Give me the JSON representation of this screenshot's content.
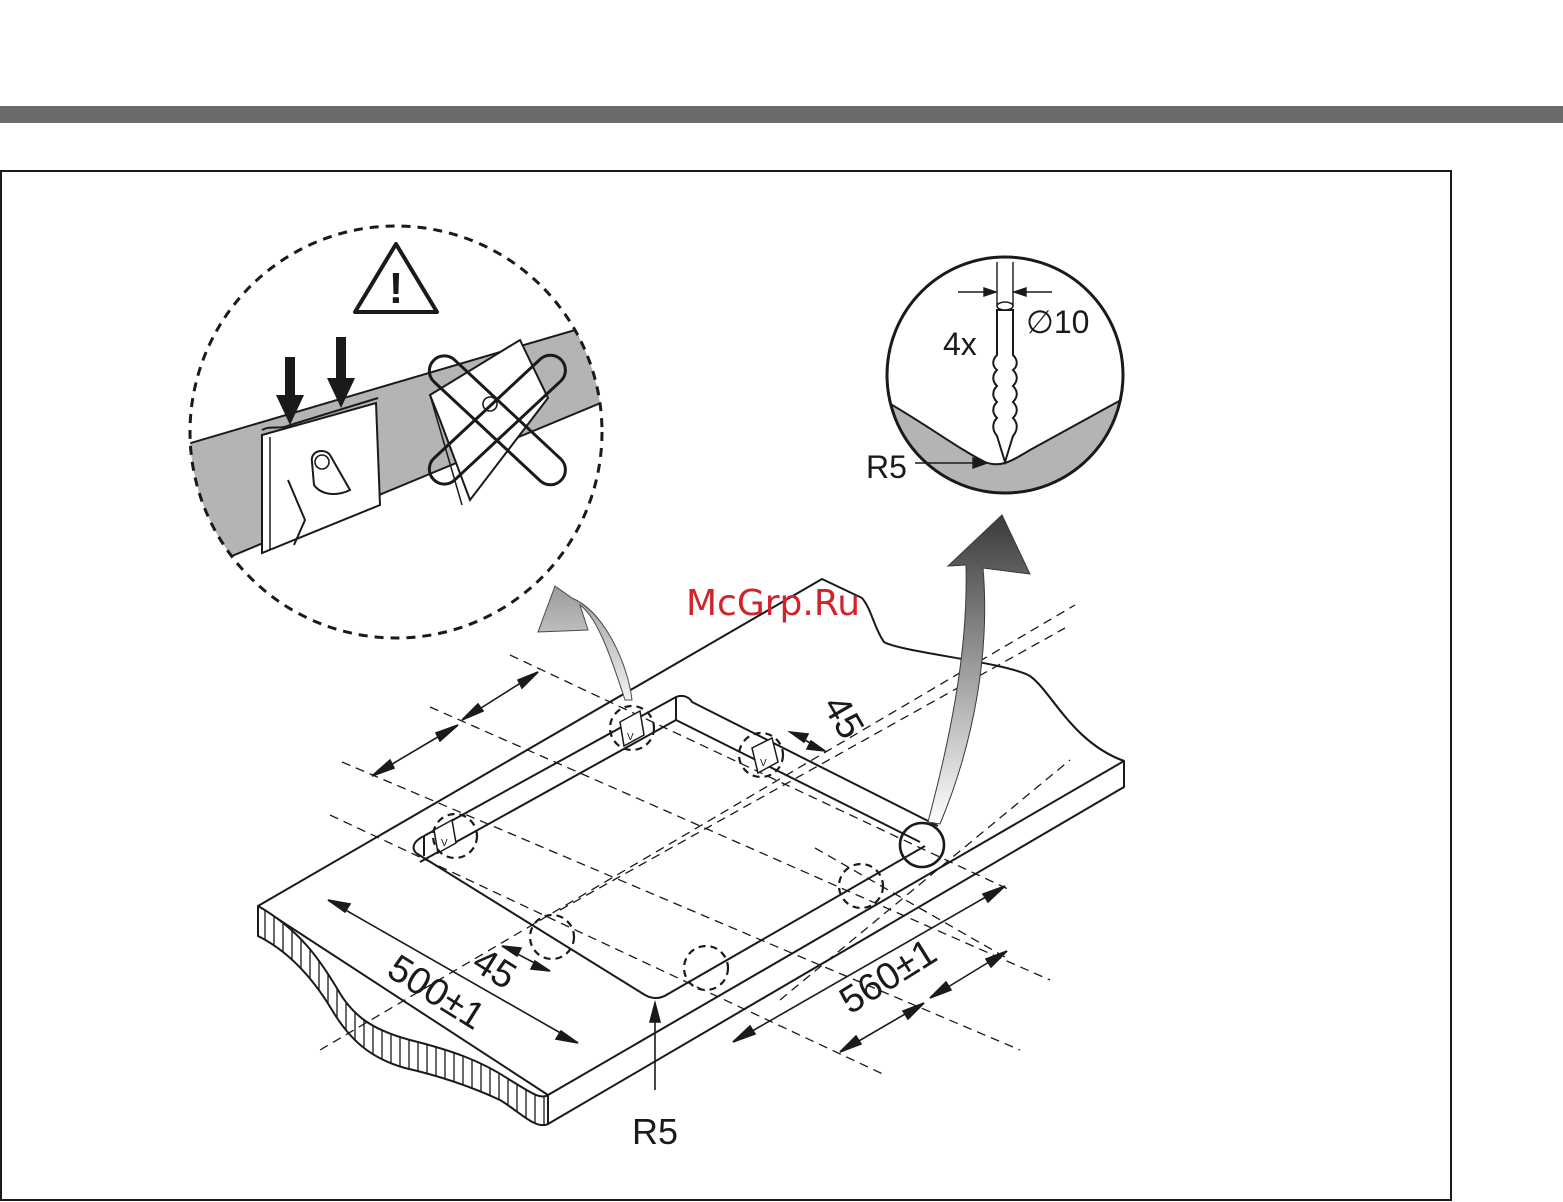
{
  "header": {
    "bar_color": "#6b6b6b"
  },
  "watermark": {
    "text": "McGrp.Ru",
    "color": "#d2232a"
  },
  "dimensions": {
    "width": "500±1",
    "depth": "560±1",
    "offset_left": "45",
    "offset_back": "45",
    "radius_front": "R5"
  },
  "detail_clip": {
    "warning_symbol": "!"
  },
  "detail_drill": {
    "count": "4x",
    "diameter": "∅10",
    "radius": "R5"
  },
  "colors": {
    "panel_gray": "#b4b4b4",
    "line": "#1a1a1a"
  }
}
